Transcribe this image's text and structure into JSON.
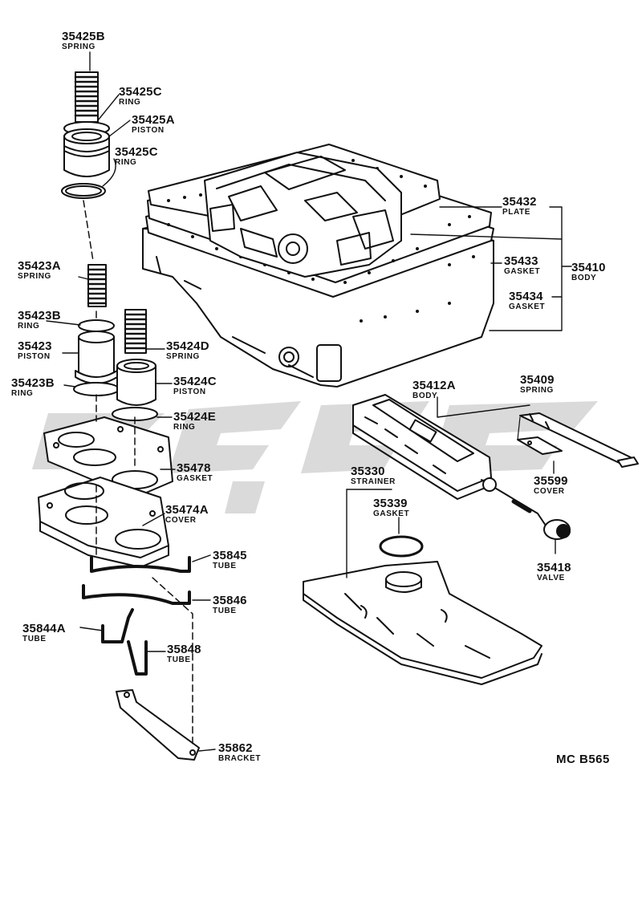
{
  "diagram": {
    "figure_code": "MC  B565",
    "watermark_icon": "brand-logo-watermark-icon",
    "parts": [
      {
        "id": "35425B",
        "name": "SPRING"
      },
      {
        "id": "35425C",
        "name": "RING"
      },
      {
        "id": "35425A",
        "name": "PISTON"
      },
      {
        "id": "35425C",
        "name": "RING"
      },
      {
        "id": "35423A",
        "name": "SPRING"
      },
      {
        "id": "35423B",
        "name": "RING"
      },
      {
        "id": "35423",
        "name": "PISTON"
      },
      {
        "id": "35423B",
        "name": "RING"
      },
      {
        "id": "35424D",
        "name": "SPRING"
      },
      {
        "id": "35424C",
        "name": "PISTON"
      },
      {
        "id": "35424E",
        "name": "RING"
      },
      {
        "id": "35478",
        "name": "GASKET"
      },
      {
        "id": "35474A",
        "name": "COVER"
      },
      {
        "id": "35845",
        "name": "TUBE"
      },
      {
        "id": "35846",
        "name": "TUBE"
      },
      {
        "id": "35844A",
        "name": "TUBE"
      },
      {
        "id": "35848",
        "name": "TUBE"
      },
      {
        "id": "35862",
        "name": "BRACKET"
      },
      {
        "id": "35432",
        "name": "PLATE"
      },
      {
        "id": "35433",
        "name": "GASKET"
      },
      {
        "id": "35410",
        "name": "BODY"
      },
      {
        "id": "35434",
        "name": "GASKET"
      },
      {
        "id": "35412A",
        "name": "BODY"
      },
      {
        "id": "35409",
        "name": "SPRING"
      },
      {
        "id": "35599",
        "name": "COVER"
      },
      {
        "id": "35330",
        "name": "STRAINER"
      },
      {
        "id": "35339",
        "name": "GASKET"
      },
      {
        "id": "35418",
        "name": "VALVE"
      }
    ]
  }
}
